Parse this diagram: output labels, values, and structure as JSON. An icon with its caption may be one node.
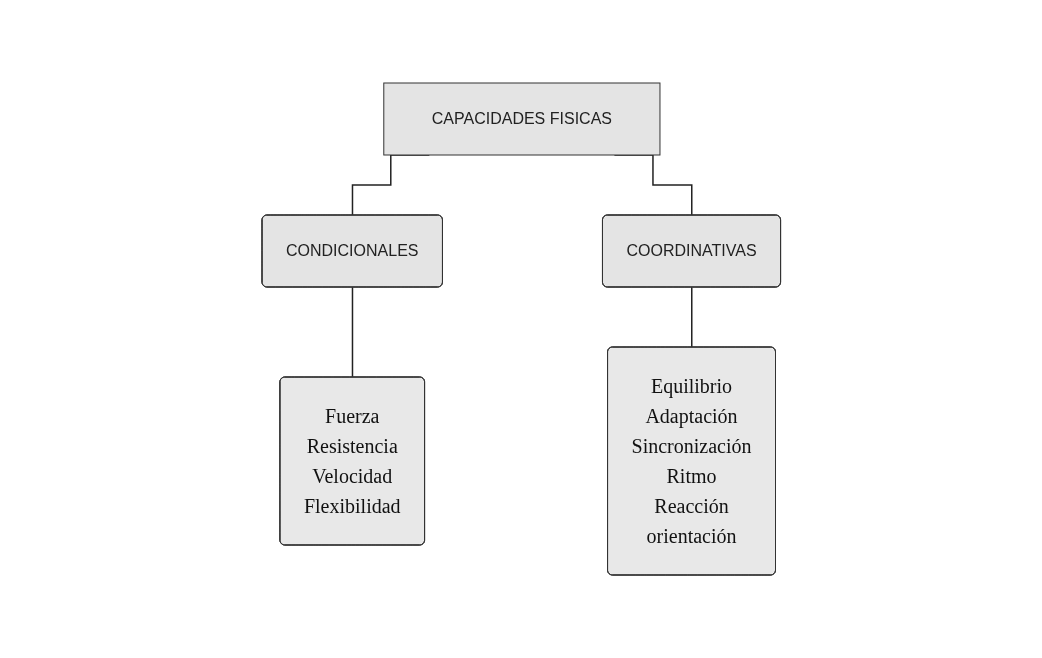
{
  "diagram": {
    "nodes": [
      {
        "text": [
          "CAPACIDADES FISICAS"
        ]
      },
      {
        "text": [
          "CONDICIONALES"
        ]
      },
      {
        "text": [
          "COORDINATIVAS"
        ]
      },
      {
        "text": [
          "Fuerza",
          "Resistencia",
          "Velocidad",
          "Flexibilidad"
        ]
      },
      {
        "text": [
          "Equilibrio",
          "Adaptación",
          "Sincronización",
          "Ritmo",
          "Reacción",
          "orientación"
        ]
      }
    ],
    "edges": [
      {
        "from": 0,
        "to": 1,
        "arrow": "none"
      },
      {
        "from": 0,
        "to": 2,
        "arrow": "none"
      },
      {
        "from": 1,
        "to": 3,
        "arrow": "none"
      },
      {
        "from": 2,
        "to": 4,
        "arrow": "none"
      }
    ]
  }
}
